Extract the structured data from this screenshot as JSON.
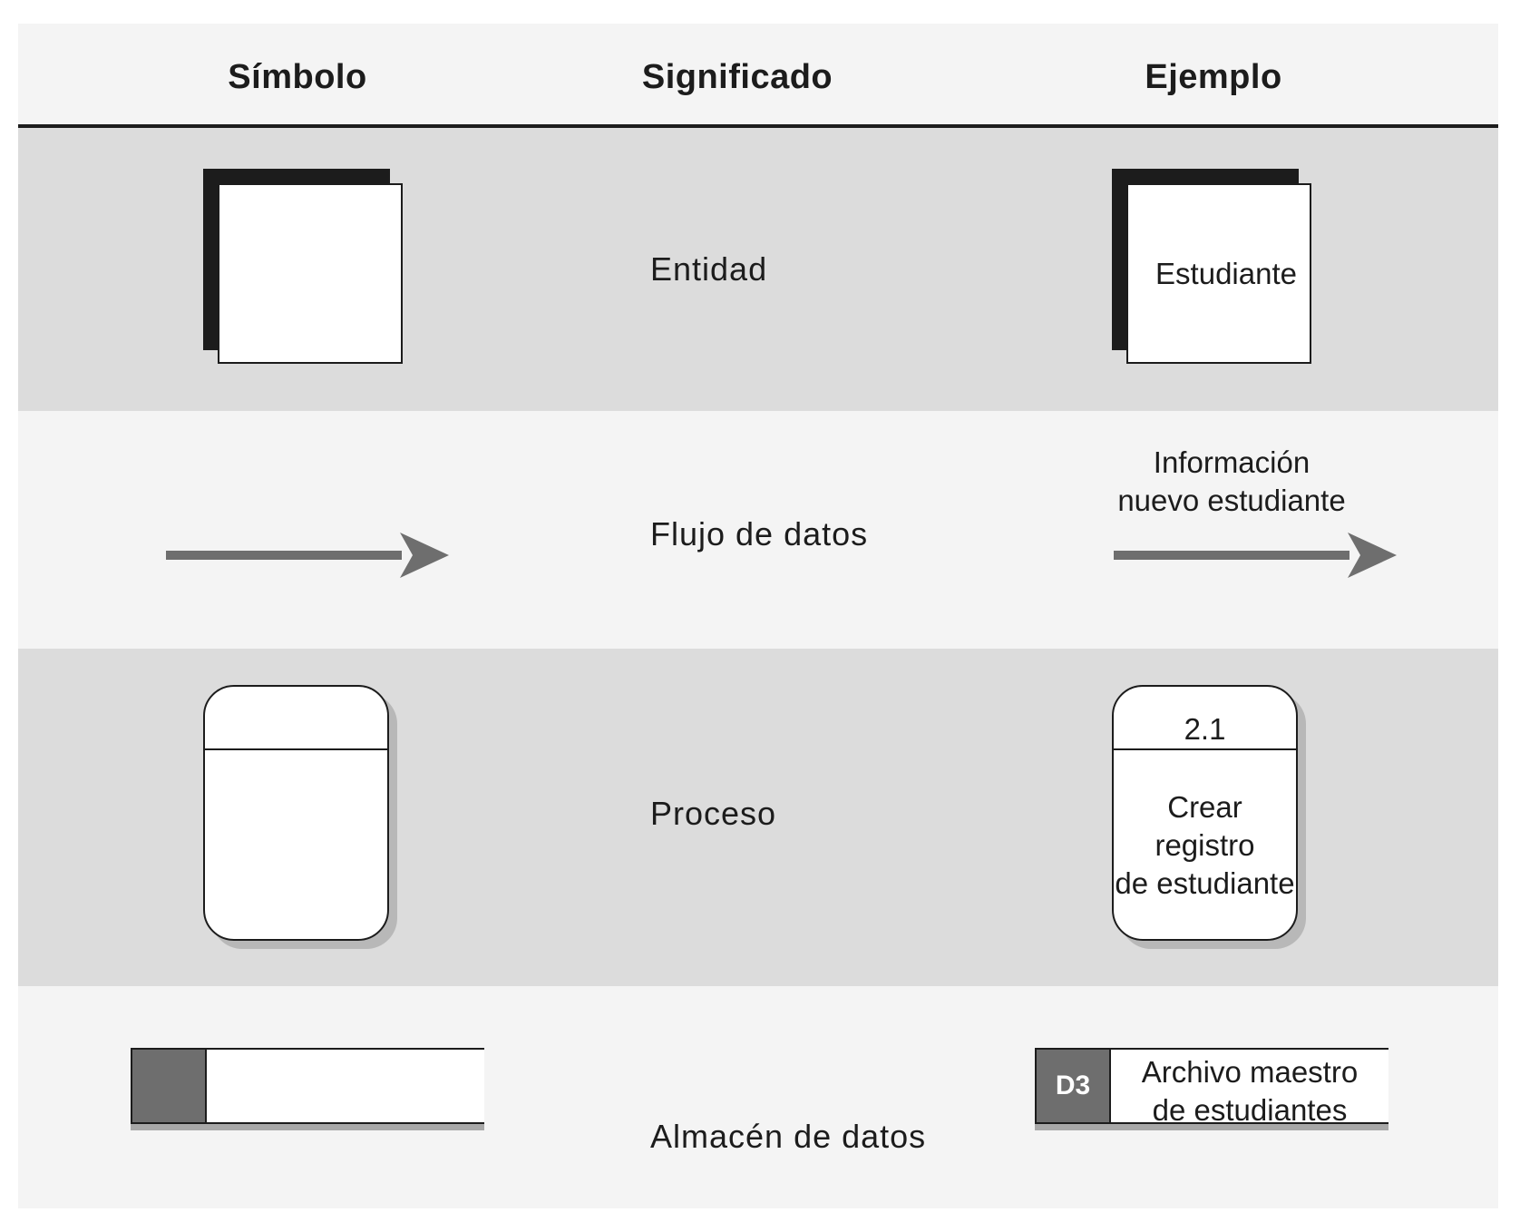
{
  "headers": {
    "symbol": "Símbolo",
    "meaning": "Significado",
    "example": "Ejemplo"
  },
  "rows": {
    "entity": {
      "meaning": "Entidad",
      "example_label": "Estudiante"
    },
    "data_flow": {
      "meaning": "Flujo de datos",
      "example_label_lines": [
        "Información",
        "nuevo estudiante"
      ]
    },
    "process": {
      "meaning": "Proceso",
      "example_id": "2.1",
      "example_label_lines": [
        "Crear registro",
        "de estudiante"
      ]
    },
    "data_store": {
      "meaning": "Almacén de datos",
      "example_id": "D3",
      "example_label_lines": [
        "Archivo maestro",
        "de estudiantes"
      ]
    }
  },
  "colors": {
    "dark_band": "#dcdcdc",
    "light_band": "#f4f4f4",
    "ink": "#1c1c1c",
    "arrow": "#6e6e6e",
    "store_id_fill": "#6e6e6e"
  }
}
